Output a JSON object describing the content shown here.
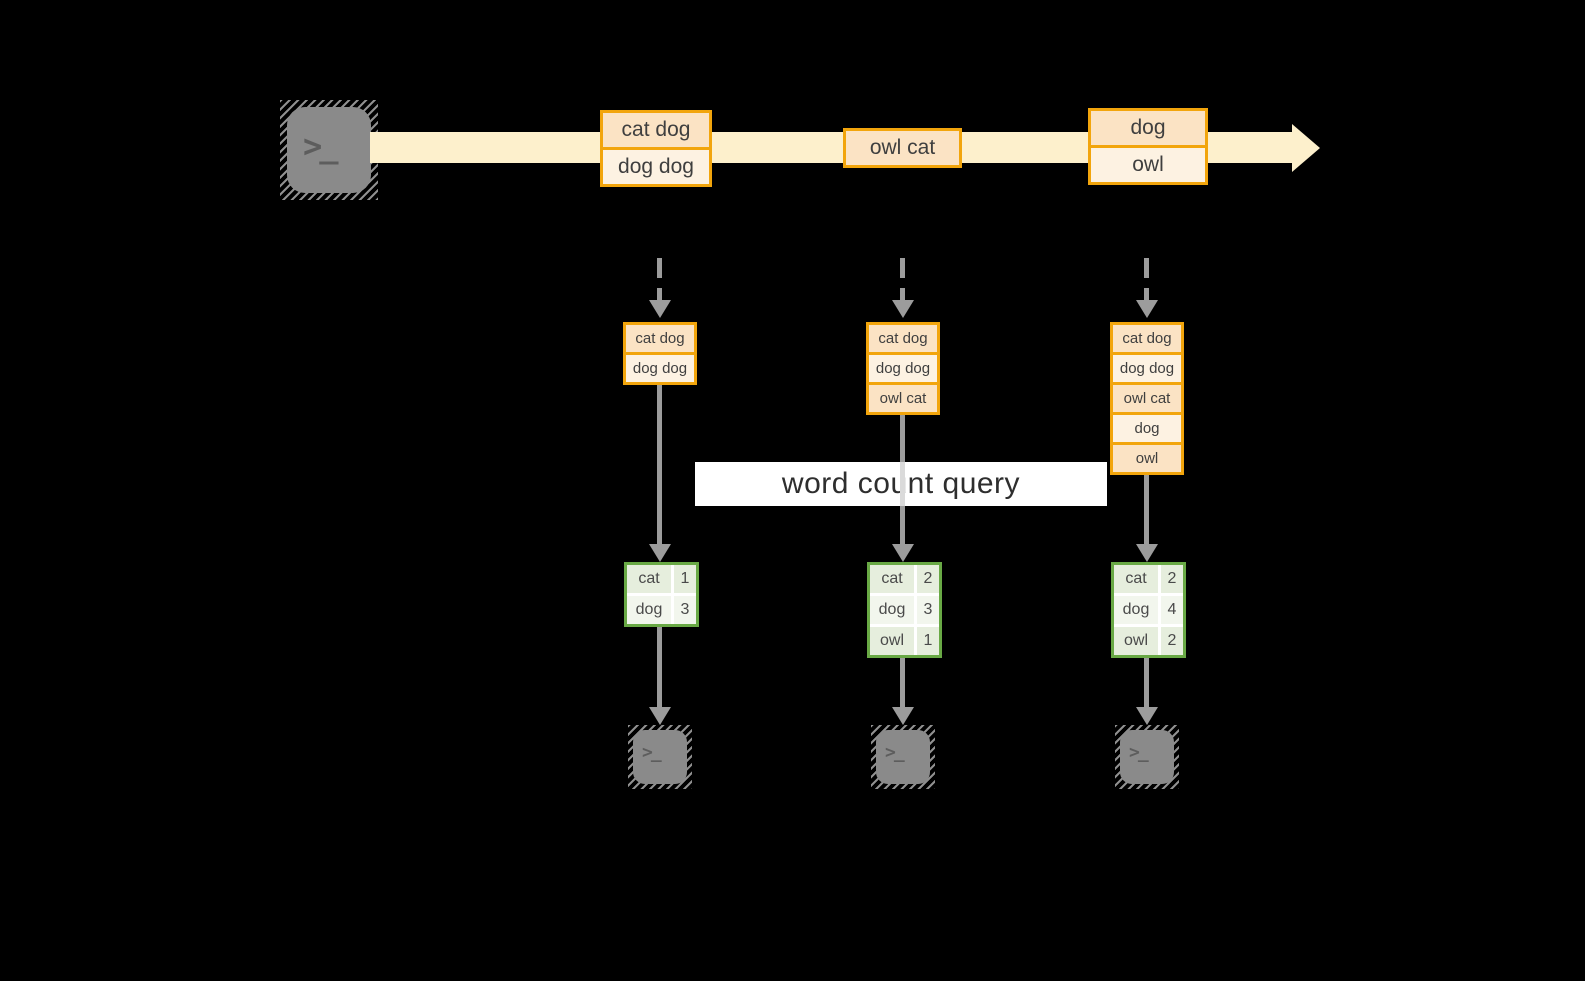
{
  "colors": {
    "background": "#000000",
    "stream_fill": "#fdf0cc",
    "orange_border": "#f2a50c",
    "orange_cell_dark": "#fbe3c4",
    "orange_cell_light": "#fdf2e2",
    "green_border": "#69a945",
    "green_cell_tint": "#e6eedd",
    "green_cell_light": "#f2f6ed",
    "connector_gray": "#9c9c9c",
    "terminal_gray": "#8a8a8a",
    "query_bg": "#ffffff",
    "text_dark": "#3f3f3f"
  },
  "icons": {
    "terminal_glyph": ">_"
  },
  "stream": {
    "messages": [
      [
        "cat dog",
        "dog dog"
      ],
      [
        "owl cat"
      ],
      [
        "dog",
        "owl"
      ]
    ]
  },
  "query": {
    "label": "word count query"
  },
  "columns": [
    {
      "buffer": [
        "cat dog",
        "dog dog"
      ],
      "counts": [
        {
          "word": "cat",
          "count": "1"
        },
        {
          "word": "dog",
          "count": "3"
        }
      ]
    },
    {
      "buffer": [
        "cat dog",
        "dog dog",
        "owl cat"
      ],
      "counts": [
        {
          "word": "cat",
          "count": "2"
        },
        {
          "word": "dog",
          "count": "3"
        },
        {
          "word": "owl",
          "count": "1"
        }
      ]
    },
    {
      "buffer": [
        "cat dog",
        "dog dog",
        "owl cat",
        "dog",
        "owl"
      ],
      "counts": [
        {
          "word": "cat",
          "count": "2"
        },
        {
          "word": "dog",
          "count": "4"
        },
        {
          "word": "owl",
          "count": "2"
        }
      ]
    }
  ]
}
